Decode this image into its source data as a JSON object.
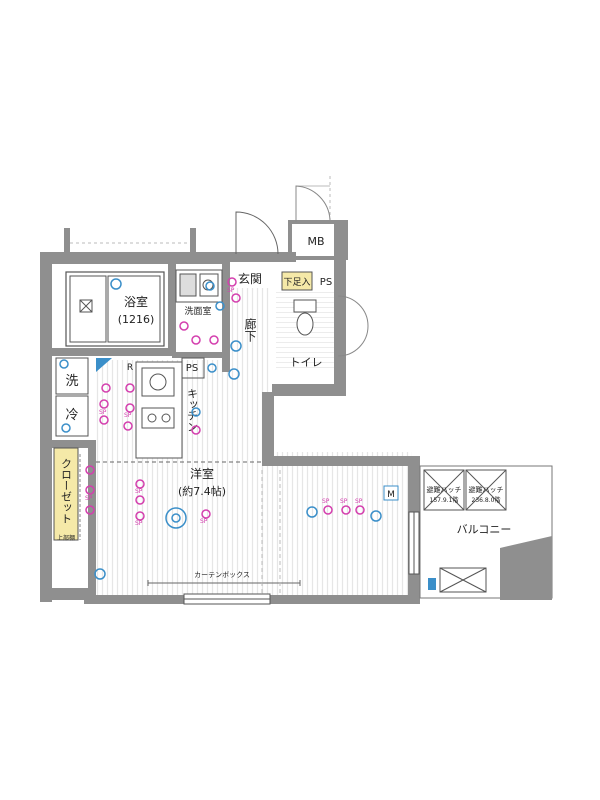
{
  "rooms": {
    "bathroom": {
      "name": "浴室",
      "size": "(1216)"
    },
    "washroom": "洗面室",
    "entrance": "玄関",
    "shoe_storage": "下足入",
    "ps_top": "PS",
    "ps_mid": "PS",
    "mb": "MB",
    "corridor": "廊下",
    "toilet": "トイレ",
    "kitchen": "キッチン",
    "laundry": "洗",
    "fridge": "冷",
    "closet": "クローゼット",
    "closet_upper": "上部棚",
    "western_room": {
      "name": "洋室",
      "size": "(約7.4帖)"
    },
    "curtain_box": "カーテンボックス",
    "balcony": "バルコニー"
  },
  "hatches": [
    {
      "label": "避難ハッチ",
      "code": "157.9.1階"
    },
    {
      "label": "避難ハッチ",
      "code": "236.8.0階"
    }
  ],
  "symbols": {
    "receptacle": "SP",
    "fridge_mark": "R",
    "aircon_mark": "M"
  },
  "colors": {
    "wall": "#8f8f8f",
    "closet_fill": "#f5e9a8",
    "floor_stripe": "#e6e6e6",
    "fixture_blue": "#3b8fc9",
    "outlet_pink": "#d43fae"
  }
}
